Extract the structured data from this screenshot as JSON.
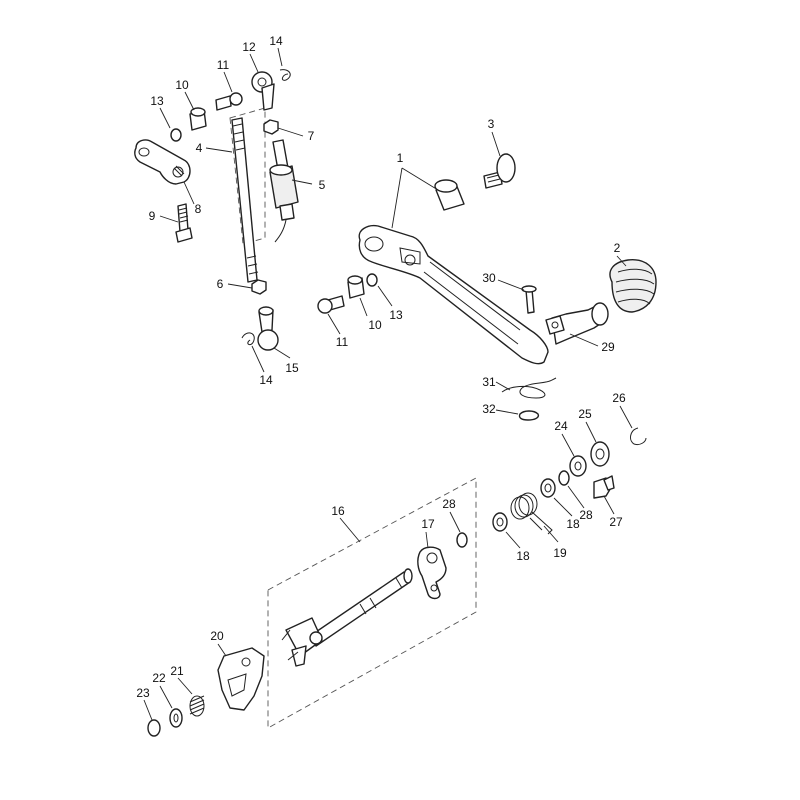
{
  "diagram": {
    "callouts": [
      {
        "id": "c1",
        "text": "1"
      },
      {
        "id": "c2",
        "text": "2"
      },
      {
        "id": "c3",
        "text": "3"
      },
      {
        "id": "c4",
        "text": "4"
      },
      {
        "id": "c5",
        "text": "5"
      },
      {
        "id": "c6",
        "text": "6"
      },
      {
        "id": "c7",
        "text": "7"
      },
      {
        "id": "c8",
        "text": "8"
      },
      {
        "id": "c9",
        "text": "9"
      },
      {
        "id": "c10a",
        "text": "10"
      },
      {
        "id": "c10b",
        "text": "10"
      },
      {
        "id": "c11a",
        "text": "11"
      },
      {
        "id": "c11b",
        "text": "11"
      },
      {
        "id": "c12",
        "text": "12"
      },
      {
        "id": "c13a",
        "text": "13"
      },
      {
        "id": "c13b",
        "text": "13"
      },
      {
        "id": "c14a",
        "text": "14"
      },
      {
        "id": "c14b",
        "text": "14"
      },
      {
        "id": "c15",
        "text": "15"
      },
      {
        "id": "c16",
        "text": "16"
      },
      {
        "id": "c17",
        "text": "17"
      },
      {
        "id": "c18a",
        "text": "18"
      },
      {
        "id": "c18b",
        "text": "18"
      },
      {
        "id": "c19",
        "text": "19"
      },
      {
        "id": "c20",
        "text": "20"
      },
      {
        "id": "c21",
        "text": "21"
      },
      {
        "id": "c22",
        "text": "22"
      },
      {
        "id": "c23",
        "text": "23"
      },
      {
        "id": "c24",
        "text": "24"
      },
      {
        "id": "c25",
        "text": "25"
      },
      {
        "id": "c26",
        "text": "26"
      },
      {
        "id": "c27",
        "text": "27"
      },
      {
        "id": "c28a",
        "text": "28"
      },
      {
        "id": "c28b",
        "text": "28"
      },
      {
        "id": "c29",
        "text": "29"
      },
      {
        "id": "c30",
        "text": "30"
      },
      {
        "id": "c31",
        "text": "31"
      },
      {
        "id": "c32",
        "text": "32"
      }
    ]
  }
}
